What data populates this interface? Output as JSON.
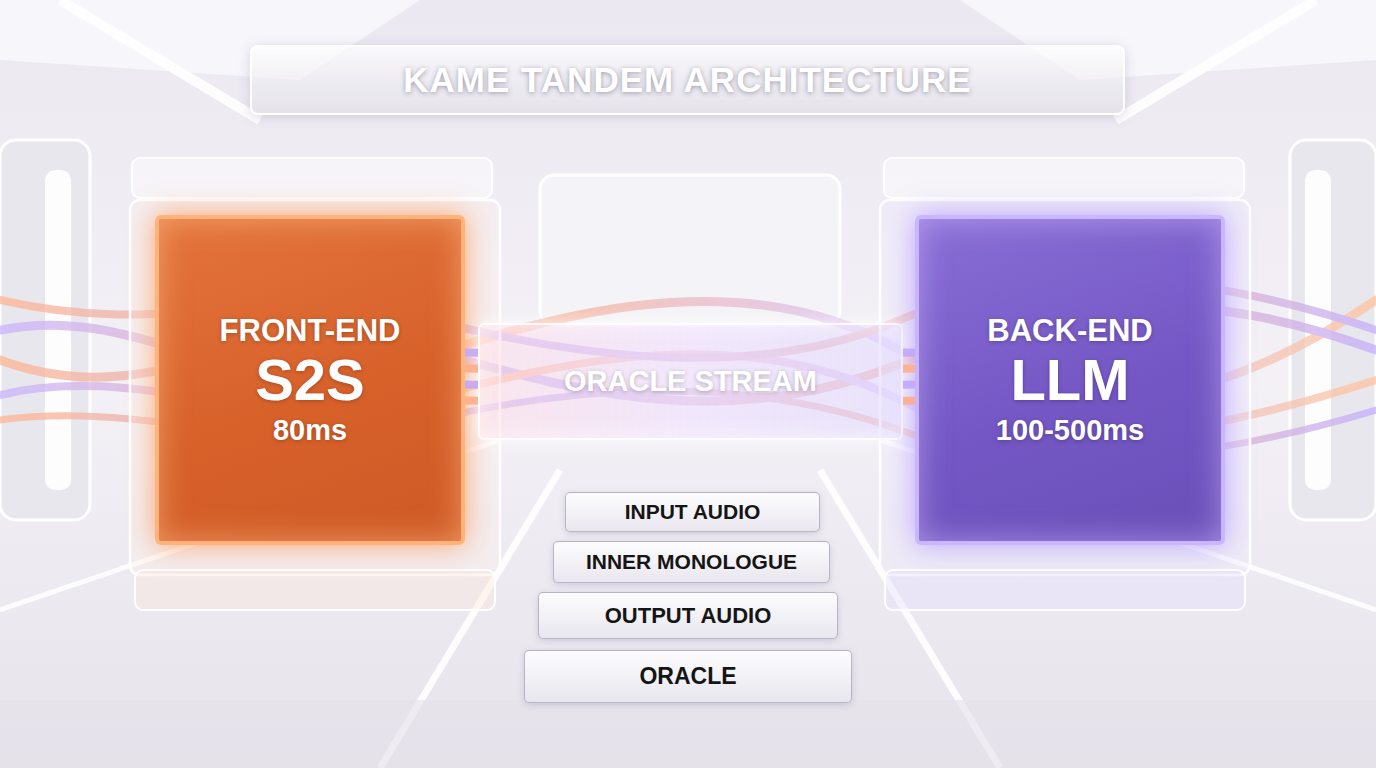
{
  "diagram": {
    "title": "KAME TANDEM ARCHITECTURE",
    "nodes": [
      {
        "text": [
          "FRONT-END",
          "S2S",
          "80ms"
        ]
      },
      {
        "text": [
          "ORACLE STREAM"
        ]
      },
      {
        "text": [
          "BACK-END",
          "LLM",
          "100-500ms"
        ]
      },
      {
        "text": [
          "INPUT AUDIO"
        ]
      },
      {
        "text": [
          "INNER MONOLOGUE"
        ]
      },
      {
        "text": [
          "OUTPUT AUDIO"
        ]
      },
      {
        "text": [
          "ORACLE"
        ]
      }
    ],
    "edges": [
      {
        "from": 0,
        "to": 1,
        "arrow": "none"
      },
      {
        "from": 1,
        "to": 2,
        "arrow": "none"
      }
    ]
  }
}
